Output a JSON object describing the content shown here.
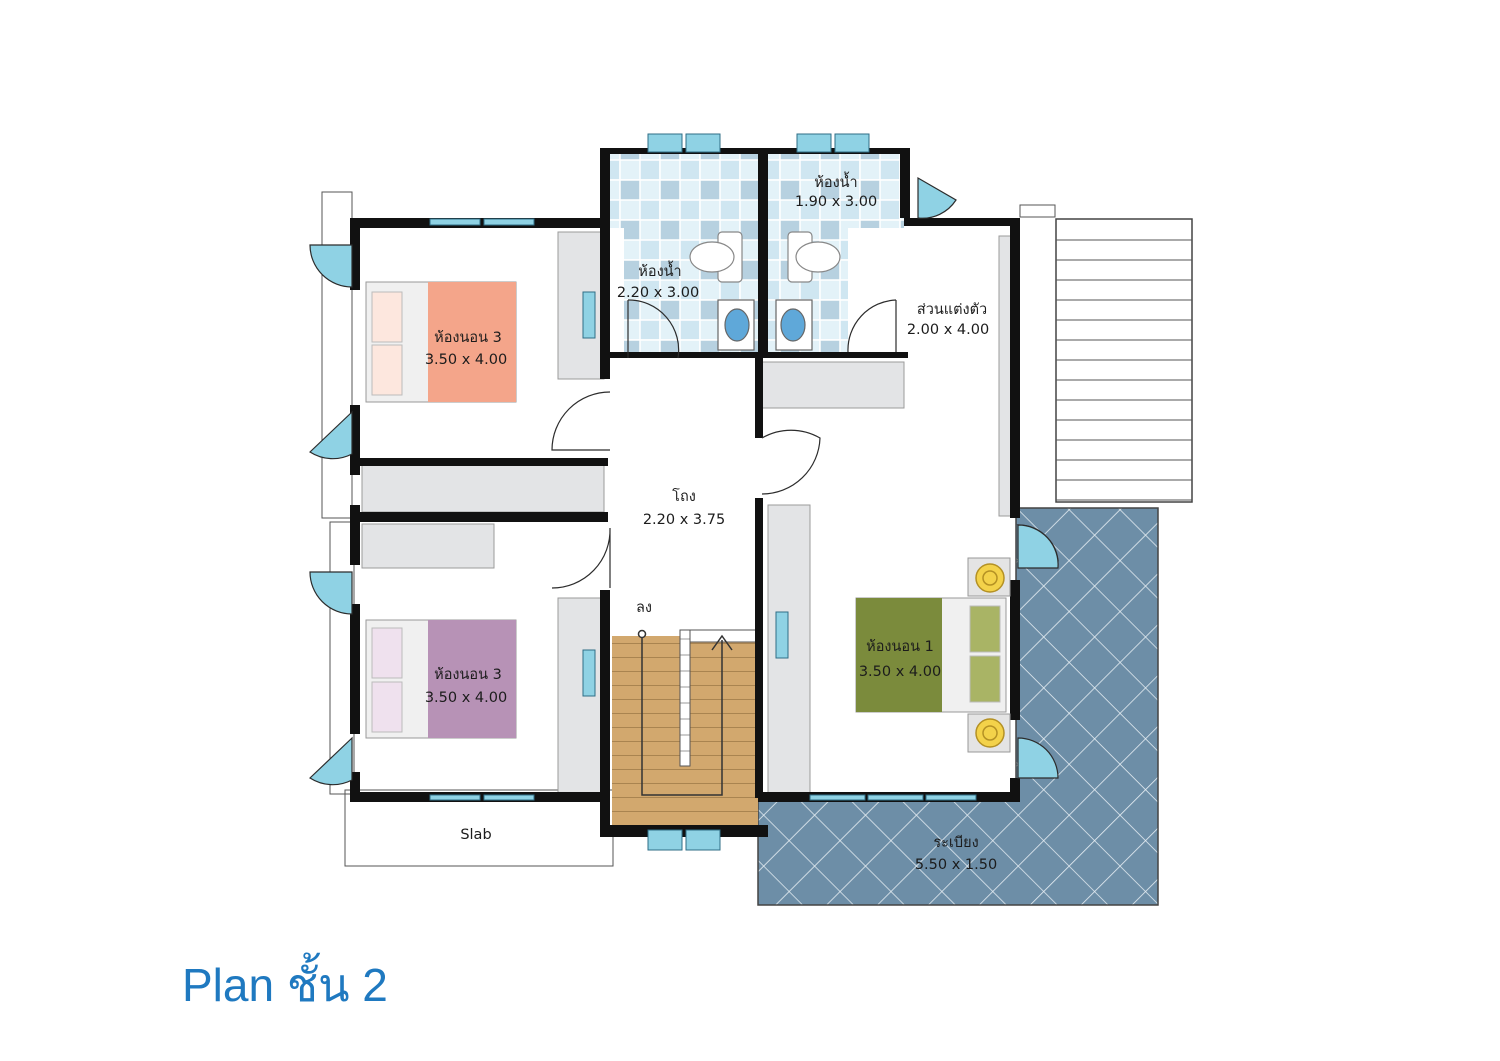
{
  "title": "Plan ชั้น 2",
  "rooms": {
    "bath_top": {
      "name": "ห้องน้ำ",
      "size": "1.90 x 3.00"
    },
    "bath_mid": {
      "name": "ห้องน้ำ",
      "size": "2.20 x 3.00"
    },
    "dressing": {
      "name": "ส่วนแต่งตัว",
      "size": "2.00 x 4.00"
    },
    "bedroom_top_left": {
      "name": "ห้องนอน 3",
      "size": "3.50 x 4.00"
    },
    "bedroom_bottom_left": {
      "name": "ห้องนอน 3",
      "size": "3.50 x 4.00"
    },
    "hall": {
      "name": "โถง",
      "size": "2.20 x 3.75"
    },
    "master_bedroom": {
      "name": "ห้องนอน 1",
      "size": "3.50 x 4.00"
    },
    "balcony": {
      "name": "ระเบียง",
      "size": "5.50 x 1.50"
    },
    "slab": {
      "name": "Slab"
    },
    "stairs": {
      "label": "ลง"
    }
  },
  "colors": {
    "accent_title": "#1f79c0",
    "wall": "#111111",
    "bed_orange": "#f4a58a",
    "bed_purple": "#b792b6",
    "bed_green": "#7b8b3c",
    "stair_wood": "#d2a86e",
    "tile_light": "#dbeef6",
    "tile_dark": "#a9c6d8",
    "balcony_blue": "#6d8ea7",
    "door_blue": "#8fd2e4"
  },
  "icons": [
    "door-swing-icon",
    "window-icon",
    "toilet-icon",
    "basin-icon",
    "bed-icon",
    "lamp-icon",
    "stairs-arrow-icon"
  ]
}
